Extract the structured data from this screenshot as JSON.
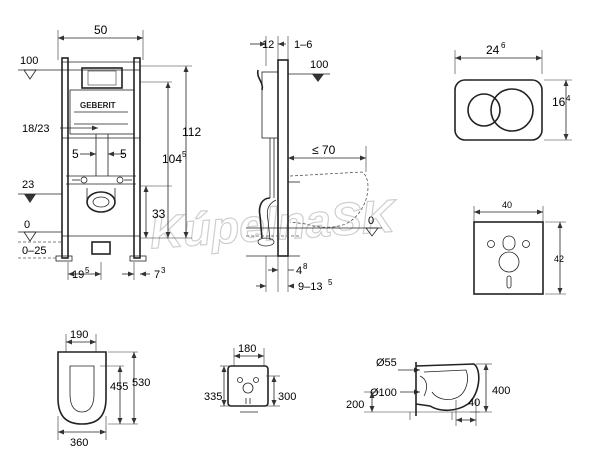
{
  "watermark": "KúpelnaSK",
  "front": {
    "width": "50",
    "level_100": "100",
    "level_23": "23",
    "level_0": "0",
    "level_range": "0–25",
    "inlet": "18/23",
    "offset_left": "5",
    "offset_right": "5",
    "height_112": "112",
    "height_104": "104",
    "height_104_sup": "5",
    "height_33": "33",
    "bottom_left": "19",
    "bottom_left_sup": "5",
    "bottom_right": "7",
    "bottom_right_sup": "3"
  },
  "side": {
    "top_12": "12",
    "top_range": "1–6",
    "level_100": "100",
    "projection": "≤ 70",
    "level_0": "0",
    "bottom_4": "4",
    "bottom_4_sup": "8",
    "bottom_range": "9–13",
    "bottom_range_sup": "5"
  },
  "plate": {
    "width": "24",
    "width_sup": "6",
    "height": "16",
    "height_sup": "4"
  },
  "template": {
    "width": "40",
    "height": "42"
  },
  "bowl_top": {
    "width_top": "190",
    "length_inner": "455",
    "length_outer": "530",
    "width_bottom": "360"
  },
  "bowl_back": {
    "width": "180",
    "left_height": "335",
    "right_height": "300"
  },
  "bowl_side": {
    "diam_55": "Ø55",
    "diam_100": "Ø100",
    "height_400": "400",
    "height_200": "200",
    "offset_40": "40"
  }
}
